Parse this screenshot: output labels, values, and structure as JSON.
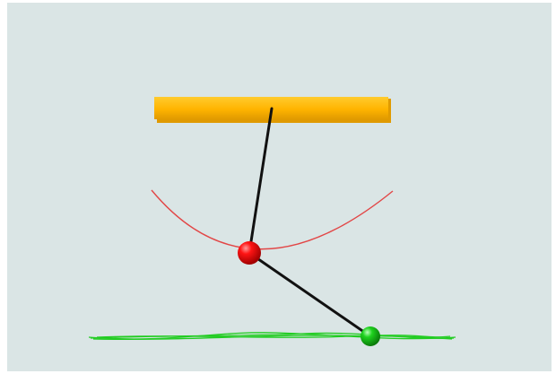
{
  "scene": {
    "type": "double-pendulum-simulation",
    "background_color": "#dae5e5",
    "support_bar": {
      "color": "#ffb400",
      "highlight_color": "#ffcb2e",
      "shadow_color": "#e09a00"
    },
    "rods": {
      "color": "#111111"
    },
    "bob_1": {
      "color": "#ff1414",
      "icon": "red-sphere"
    },
    "bob_2": {
      "color": "#1ed21e",
      "icon": "green-sphere"
    },
    "traces": {
      "bob_1_arc_color": "#e24646",
      "bob_2_path_color": "#22cc22"
    }
  }
}
